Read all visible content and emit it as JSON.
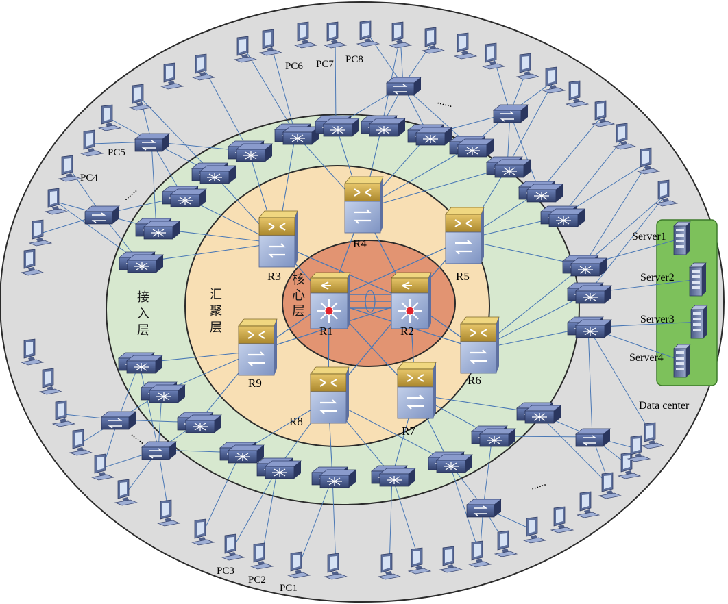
{
  "colors": {
    "outer_ring": "#dcdcdc",
    "access_ring": "#d7e8cf",
    "aggregation_ring": "#f8dfb4",
    "core_ring": "#e29472",
    "link": "#4a78b5",
    "data_center": "#7dc15b"
  },
  "layers": {
    "core": "核心层",
    "aggregation": "汇聚层",
    "access": "接入层"
  },
  "routers": [
    {
      "id": "R1",
      "type": "core"
    },
    {
      "id": "R2",
      "type": "core"
    },
    {
      "id": "R3",
      "type": "aggregation"
    },
    {
      "id": "R4",
      "type": "aggregation"
    },
    {
      "id": "R5",
      "type": "aggregation"
    },
    {
      "id": "R6",
      "type": "aggregation"
    },
    {
      "id": "R7",
      "type": "aggregation"
    },
    {
      "id": "R8",
      "type": "aggregation"
    },
    {
      "id": "R9",
      "type": "aggregation"
    }
  ],
  "pc_labels": [
    "PC1",
    "PC2",
    "PC3",
    "PC4",
    "PC5",
    "PC6",
    "PC7",
    "PC8"
  ],
  "ellipsis": "......",
  "data_center": {
    "title": "Data center",
    "servers": [
      "Server1",
      "Server2",
      "Server3",
      "Server4"
    ]
  },
  "icons": [
    "core-router-icon",
    "aggregation-router-icon",
    "access-switch-icon",
    "workgroup-switch-icon",
    "pc-icon",
    "server-icon"
  ]
}
